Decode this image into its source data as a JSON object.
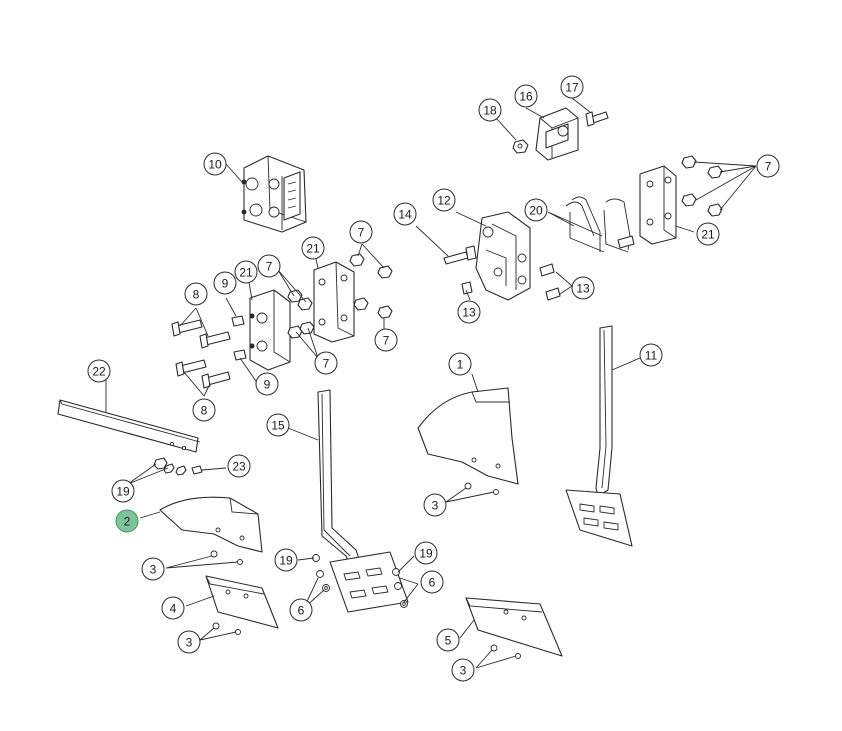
{
  "highlight_color": "#7cc49a",
  "selected_part": "2",
  "callouts": [
    {
      "id": "c1",
      "label": "1"
    },
    {
      "id": "c2",
      "label": "2"
    },
    {
      "id": "c3a",
      "label": "3"
    },
    {
      "id": "c3b",
      "label": "3"
    },
    {
      "id": "c3c",
      "label": "3"
    },
    {
      "id": "c3d",
      "label": "3"
    },
    {
      "id": "c4",
      "label": "4"
    },
    {
      "id": "c5",
      "label": "5"
    },
    {
      "id": "c6a",
      "label": "6"
    },
    {
      "id": "c6b",
      "label": "6"
    },
    {
      "id": "c7a",
      "label": "7"
    },
    {
      "id": "c7b",
      "label": "7"
    },
    {
      "id": "c7c",
      "label": "7"
    },
    {
      "id": "c7d",
      "label": "7"
    },
    {
      "id": "c7e",
      "label": "7"
    },
    {
      "id": "c8a",
      "label": "8"
    },
    {
      "id": "c8b",
      "label": "8"
    },
    {
      "id": "c9a",
      "label": "9"
    },
    {
      "id": "c9b",
      "label": "9"
    },
    {
      "id": "c10",
      "label": "10"
    },
    {
      "id": "c11",
      "label": "11"
    },
    {
      "id": "c12",
      "label": "12"
    },
    {
      "id": "c13a",
      "label": "13"
    },
    {
      "id": "c13b",
      "label": "13"
    },
    {
      "id": "c14",
      "label": "14"
    },
    {
      "id": "c15",
      "label": "15"
    },
    {
      "id": "c16",
      "label": "16"
    },
    {
      "id": "c17",
      "label": "17"
    },
    {
      "id": "c18",
      "label": "18"
    },
    {
      "id": "c19a",
      "label": "19"
    },
    {
      "id": "c19b",
      "label": "19"
    },
    {
      "id": "c19c",
      "label": "19"
    },
    {
      "id": "c20",
      "label": "20"
    },
    {
      "id": "c21a",
      "label": "21"
    },
    {
      "id": "c21b",
      "label": "21"
    },
    {
      "id": "c21c",
      "label": "21"
    },
    {
      "id": "c22",
      "label": "22"
    },
    {
      "id": "c23",
      "label": "23"
    }
  ]
}
